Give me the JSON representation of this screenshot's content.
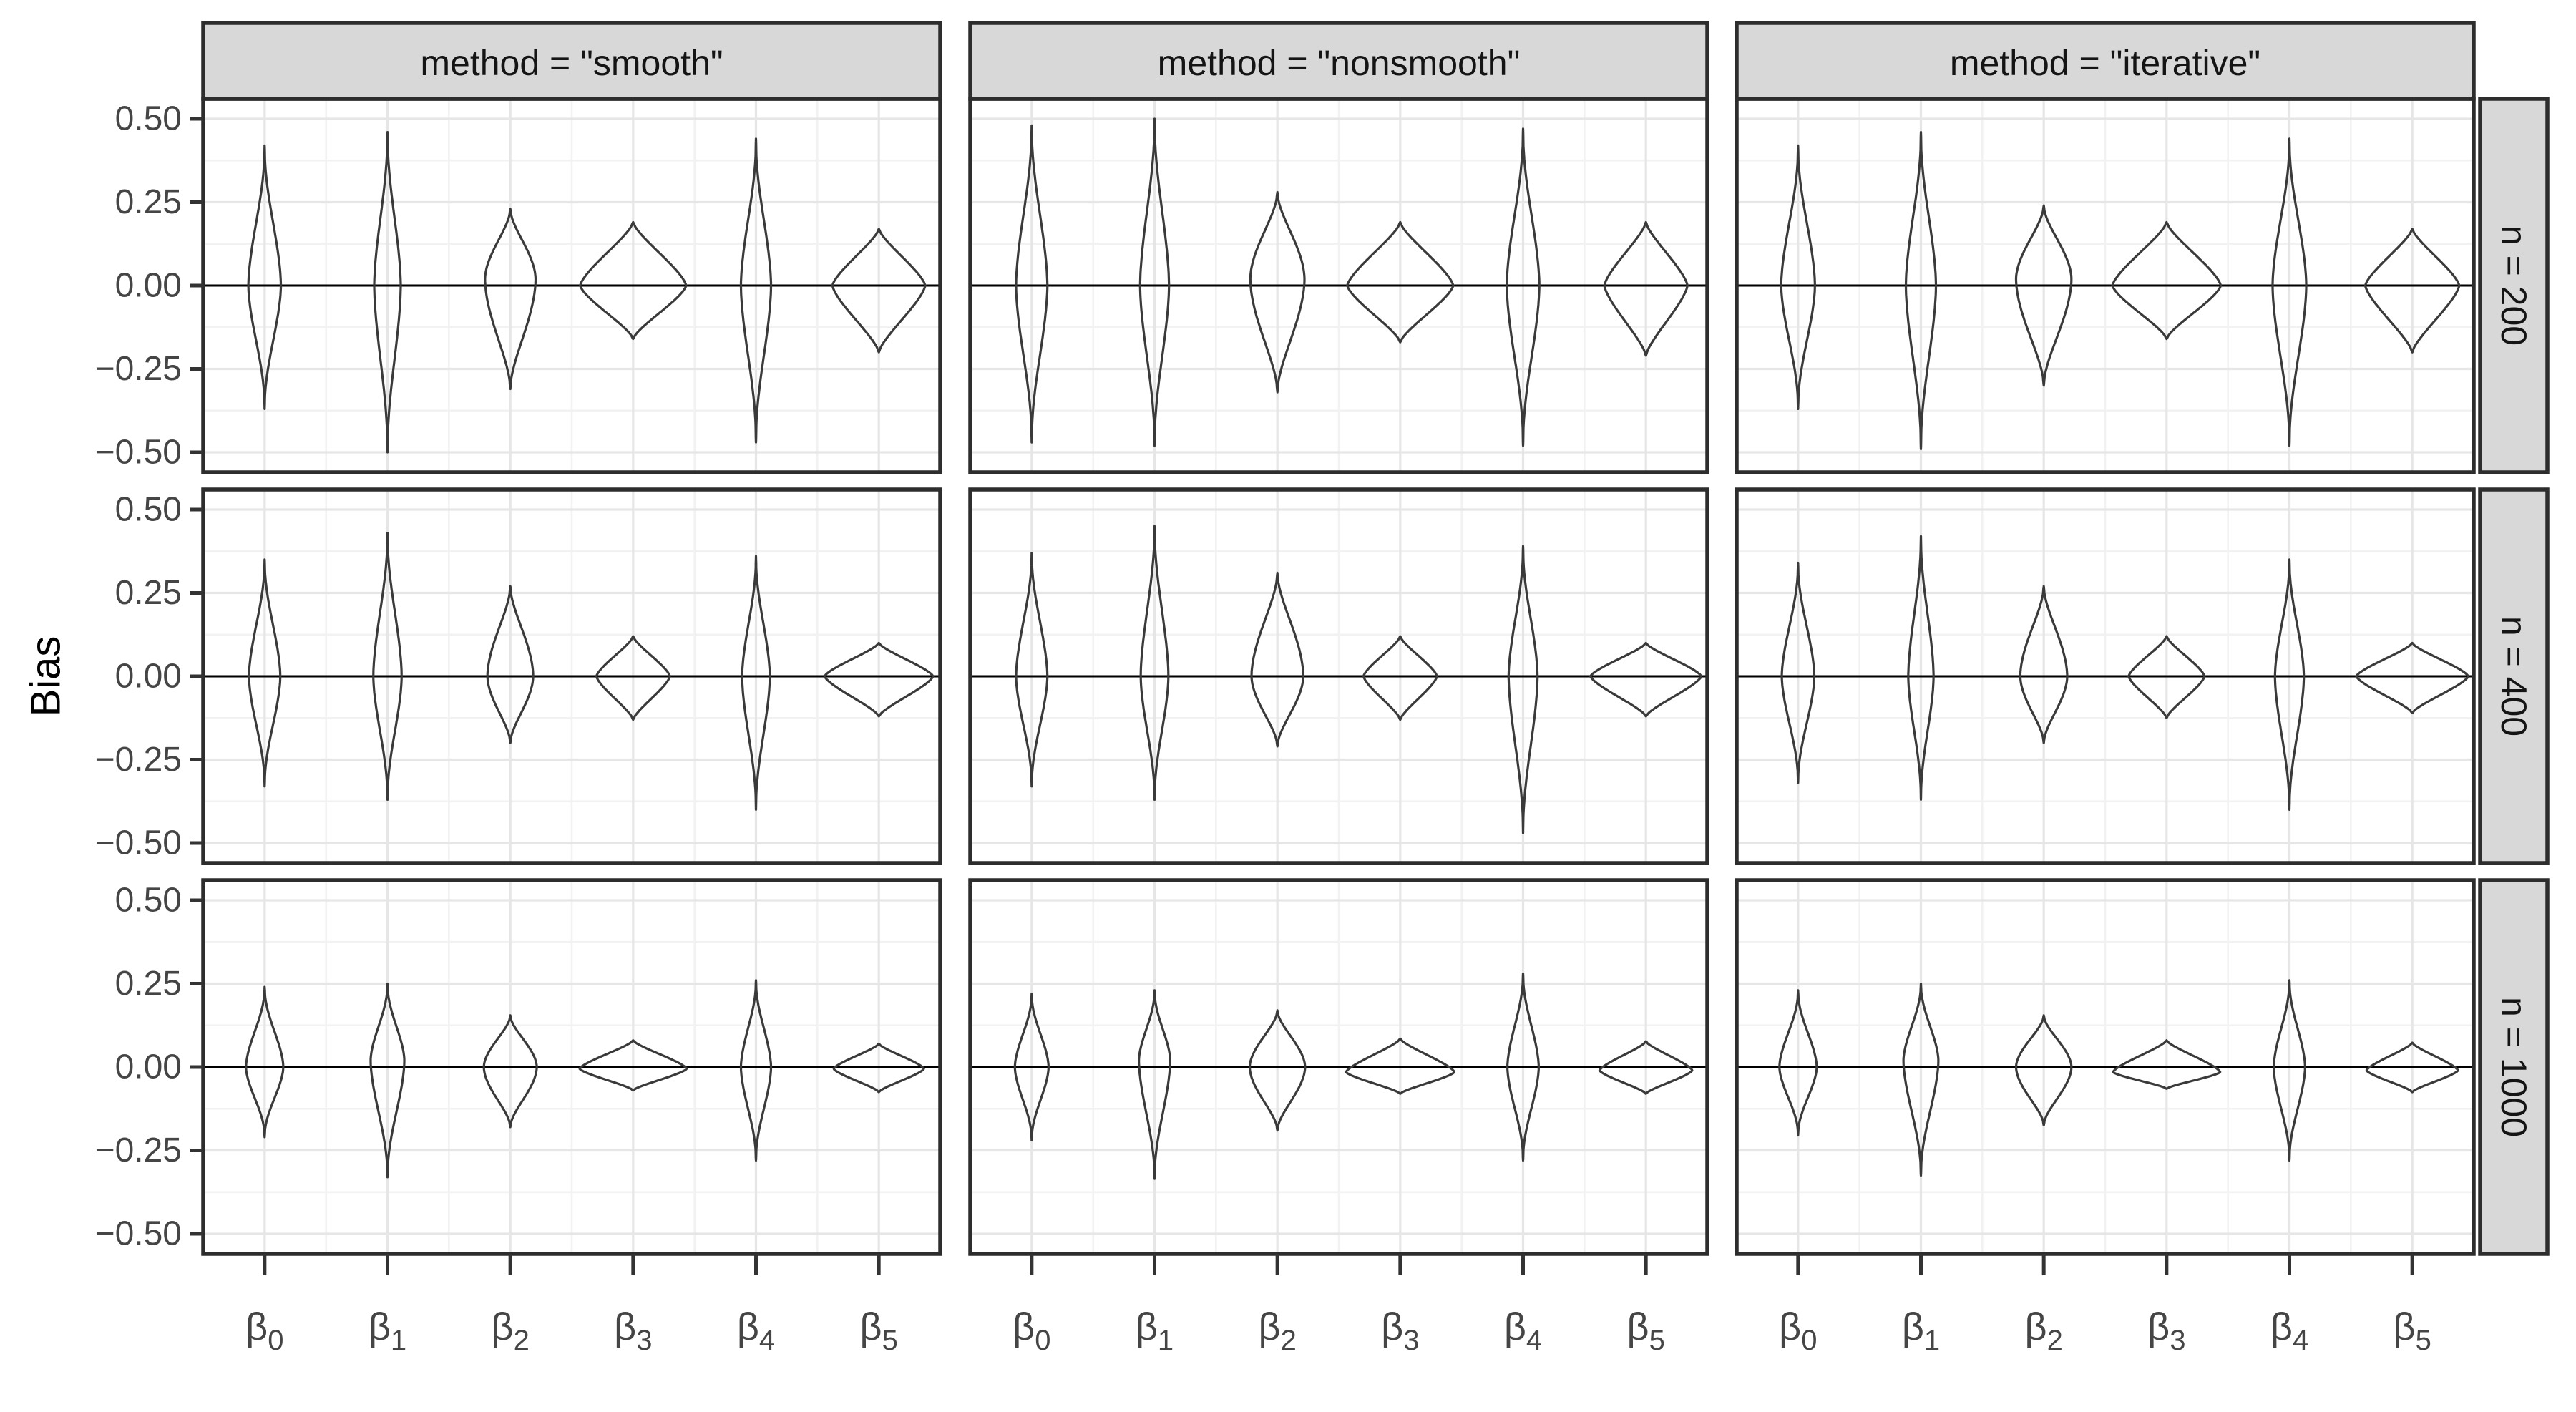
{
  "figure": {
    "y_axis_title": "Bias",
    "col_strips": [
      "method = \"smooth\"",
      "method = \"nonsmooth\"",
      "method = \"iterative\""
    ],
    "row_strips": [
      "n = 200",
      "n = 400",
      "n = 1000"
    ],
    "x_categories": [
      {
        "base": "β",
        "sub": "0"
      },
      {
        "base": "β",
        "sub": "1"
      },
      {
        "base": "β",
        "sub": "2"
      },
      {
        "base": "β",
        "sub": "3"
      },
      {
        "base": "β",
        "sub": "4"
      },
      {
        "base": "β",
        "sub": "5"
      }
    ],
    "y_ticks": [
      {
        "label": "0.50",
        "value": 0.5
      },
      {
        "label": "0.25",
        "value": 0.25
      },
      {
        "label": "0.00",
        "value": 0
      },
      {
        "label": "−0.25",
        "value": -0.25
      },
      {
        "label": "−0.50",
        "value": -0.5
      }
    ],
    "colors": {
      "background": "#ffffff",
      "panel_border": "#2d2d2d",
      "strip_bg": "#d8d8d8",
      "strip_border": "#2d2d2d",
      "strip_text": "#141414",
      "grid_major": "#e6e6e6",
      "grid_minor": "#f2f2f2",
      "axis_text": "#454545",
      "tick_mark": "#333333",
      "zero_line": "#000000",
      "violin_stroke": "#3a3a3a"
    }
  },
  "chart_data": {
    "type": "violin",
    "title": "",
    "xlabel": "",
    "ylabel": "Bias",
    "ylim": [
      -0.56,
      0.56
    ],
    "y_major_ticks": [
      0.5,
      0.25,
      0,
      -0.25,
      -0.5
    ],
    "y_minor_ticks": [
      0.375,
      0.125,
      -0.125,
      -0.375
    ],
    "hline": 0,
    "grid": true,
    "facet_cols": [
      "smooth",
      "nonsmooth",
      "iterative"
    ],
    "facet_rows": [
      200,
      400,
      1000
    ],
    "x_categories": [
      "beta0",
      "beta1",
      "beta2",
      "beta3",
      "beta4",
      "beta5"
    ],
    "panels": [
      {
        "method": "smooth",
        "n": 200,
        "violins": [
          {
            "beta": "beta0",
            "ymin": -0.37,
            "ymax": 0.42,
            "maxw": 0.27,
            "shape": "spindle",
            "mode": 0
          },
          {
            "beta": "beta1",
            "ymin": -0.5,
            "ymax": 0.46,
            "maxw": 0.22,
            "shape": "spindle",
            "mode": 0
          },
          {
            "beta": "beta2",
            "ymin": -0.31,
            "ymax": 0.23,
            "maxw": 0.42,
            "shape": "medium",
            "mode": 0.02
          },
          {
            "beta": "beta3",
            "ymin": -0.16,
            "ymax": 0.19,
            "maxw": 0.88,
            "shape": "fat",
            "mode": 0
          },
          {
            "beta": "beta4",
            "ymin": -0.47,
            "ymax": 0.44,
            "maxw": 0.25,
            "shape": "spindle",
            "mode": 0
          },
          {
            "beta": "beta5",
            "ymin": -0.2,
            "ymax": 0.17,
            "maxw": 0.77,
            "shape": "fat",
            "mode": 0
          }
        ]
      },
      {
        "method": "nonsmooth",
        "n": 200,
        "violins": [
          {
            "beta": "beta0",
            "ymin": -0.47,
            "ymax": 0.48,
            "maxw": 0.26,
            "shape": "spindle",
            "mode": 0
          },
          {
            "beta": "beta1",
            "ymin": -0.48,
            "ymax": 0.5,
            "maxw": 0.24,
            "shape": "spindle",
            "mode": 0
          },
          {
            "beta": "beta2",
            "ymin": -0.32,
            "ymax": 0.28,
            "maxw": 0.45,
            "shape": "medium",
            "mode": 0.02
          },
          {
            "beta": "beta3",
            "ymin": -0.17,
            "ymax": 0.19,
            "maxw": 0.88,
            "shape": "fat",
            "mode": 0
          },
          {
            "beta": "beta4",
            "ymin": -0.48,
            "ymax": 0.47,
            "maxw": 0.27,
            "shape": "spindle",
            "mode": 0
          },
          {
            "beta": "beta5",
            "ymin": -0.21,
            "ymax": 0.19,
            "maxw": 0.69,
            "shape": "fat",
            "mode": 0
          }
        ]
      },
      {
        "method": "iterative",
        "n": 200,
        "violins": [
          {
            "beta": "beta0",
            "ymin": -0.37,
            "ymax": 0.42,
            "maxw": 0.28,
            "shape": "spindle",
            "mode": 0
          },
          {
            "beta": "beta1",
            "ymin": -0.49,
            "ymax": 0.46,
            "maxw": 0.25,
            "shape": "spindle",
            "mode": 0
          },
          {
            "beta": "beta2",
            "ymin": -0.3,
            "ymax": 0.24,
            "maxw": 0.46,
            "shape": "medium",
            "mode": 0.02
          },
          {
            "beta": "beta3",
            "ymin": -0.16,
            "ymax": 0.19,
            "maxw": 0.9,
            "shape": "fat",
            "mode": 0
          },
          {
            "beta": "beta4",
            "ymin": -0.48,
            "ymax": 0.44,
            "maxw": 0.28,
            "shape": "spindle",
            "mode": 0
          },
          {
            "beta": "beta5",
            "ymin": -0.2,
            "ymax": 0.17,
            "maxw": 0.78,
            "shape": "fat",
            "mode": 0
          }
        ]
      },
      {
        "method": "smooth",
        "n": 400,
        "violins": [
          {
            "beta": "beta0",
            "ymin": -0.33,
            "ymax": 0.35,
            "maxw": 0.26,
            "shape": "spindle",
            "mode": 0
          },
          {
            "beta": "beta1",
            "ymin": -0.37,
            "ymax": 0.43,
            "maxw": 0.235,
            "shape": "spindle",
            "mode": 0
          },
          {
            "beta": "beta2",
            "ymin": -0.2,
            "ymax": 0.27,
            "maxw": 0.38,
            "shape": "medium",
            "mode": 0
          },
          {
            "beta": "beta3",
            "ymin": -0.13,
            "ymax": 0.12,
            "maxw": 0.61,
            "shape": "fat",
            "mode": 0
          },
          {
            "beta": "beta4",
            "ymin": -0.4,
            "ymax": 0.36,
            "maxw": 0.23,
            "shape": "spindle",
            "mode": 0
          },
          {
            "beta": "beta5",
            "ymin": -0.12,
            "ymax": 0.1,
            "maxw": 0.9,
            "shape": "fat",
            "mode": 0
          }
        ]
      },
      {
        "method": "nonsmooth",
        "n": 400,
        "violins": [
          {
            "beta": "beta0",
            "ymin": -0.33,
            "ymax": 0.37,
            "maxw": 0.26,
            "shape": "spindle",
            "mode": 0
          },
          {
            "beta": "beta1",
            "ymin": -0.37,
            "ymax": 0.45,
            "maxw": 0.23,
            "shape": "spindle",
            "mode": 0
          },
          {
            "beta": "beta2",
            "ymin": -0.21,
            "ymax": 0.31,
            "maxw": 0.43,
            "shape": "medium",
            "mode": 0
          },
          {
            "beta": "beta3",
            "ymin": -0.13,
            "ymax": 0.12,
            "maxw": 0.61,
            "shape": "fat",
            "mode": 0
          },
          {
            "beta": "beta4",
            "ymin": -0.47,
            "ymax": 0.39,
            "maxw": 0.24,
            "shape": "spindle",
            "mode": 0
          },
          {
            "beta": "beta5",
            "ymin": -0.12,
            "ymax": 0.1,
            "maxw": 0.92,
            "shape": "fat",
            "mode": 0
          }
        ]
      },
      {
        "method": "iterative",
        "n": 400,
        "violins": [
          {
            "beta": "beta0",
            "ymin": -0.32,
            "ymax": 0.34,
            "maxw": 0.27,
            "shape": "spindle",
            "mode": 0
          },
          {
            "beta": "beta1",
            "ymin": -0.37,
            "ymax": 0.42,
            "maxw": 0.21,
            "shape": "spindle",
            "mode": 0
          },
          {
            "beta": "beta2",
            "ymin": -0.2,
            "ymax": 0.27,
            "maxw": 0.39,
            "shape": "medium",
            "mode": 0
          },
          {
            "beta": "beta3",
            "ymin": -0.125,
            "ymax": 0.12,
            "maxw": 0.63,
            "shape": "fat",
            "mode": 0
          },
          {
            "beta": "beta4",
            "ymin": -0.4,
            "ymax": 0.35,
            "maxw": 0.24,
            "shape": "spindle",
            "mode": 0
          },
          {
            "beta": "beta5",
            "ymin": -0.11,
            "ymax": 0.1,
            "maxw": 0.93,
            "shape": "fat",
            "mode": 0
          }
        ]
      },
      {
        "method": "smooth",
        "n": 1000,
        "violins": [
          {
            "beta": "beta0",
            "ymin": -0.21,
            "ymax": 0.24,
            "maxw": 0.31,
            "shape": "spindle",
            "mode": 0
          },
          {
            "beta": "beta1",
            "ymin": -0.33,
            "ymax": 0.25,
            "maxw": 0.28,
            "shape": "spindle",
            "mode": 0.02
          },
          {
            "beta": "beta2",
            "ymin": -0.18,
            "ymax": 0.155,
            "maxw": 0.44,
            "shape": "medium",
            "mode": 0
          },
          {
            "beta": "beta3",
            "ymin": -0.07,
            "ymax": 0.08,
            "maxw": 0.89,
            "shape": "fat",
            "mode": -0.005
          },
          {
            "beta": "beta4",
            "ymin": -0.28,
            "ymax": 0.26,
            "maxw": 0.25,
            "shape": "spindle",
            "mode": 0
          },
          {
            "beta": "beta5",
            "ymin": -0.075,
            "ymax": 0.07,
            "maxw": 0.75,
            "shape": "fat",
            "mode": -0.005
          }
        ]
      },
      {
        "method": "nonsmooth",
        "n": 1000,
        "violins": [
          {
            "beta": "beta0",
            "ymin": -0.22,
            "ymax": 0.22,
            "maxw": 0.28,
            "shape": "spindle",
            "mode": 0
          },
          {
            "beta": "beta1",
            "ymin": -0.335,
            "ymax": 0.23,
            "maxw": 0.26,
            "shape": "spindle",
            "mode": 0.02
          },
          {
            "beta": "beta2",
            "ymin": -0.19,
            "ymax": 0.17,
            "maxw": 0.46,
            "shape": "medium",
            "mode": 0
          },
          {
            "beta": "beta3",
            "ymin": -0.08,
            "ymax": 0.085,
            "maxw": 0.9,
            "shape": "fat",
            "mode": -0.015
          },
          {
            "beta": "beta4",
            "ymin": -0.28,
            "ymax": 0.28,
            "maxw": 0.26,
            "shape": "spindle",
            "mode": 0
          },
          {
            "beta": "beta5",
            "ymin": -0.08,
            "ymax": 0.077,
            "maxw": 0.77,
            "shape": "fat",
            "mode": -0.01
          }
        ]
      },
      {
        "method": "iterative",
        "n": 1000,
        "violins": [
          {
            "beta": "beta0",
            "ymin": -0.205,
            "ymax": 0.23,
            "maxw": 0.31,
            "shape": "spindle",
            "mode": 0
          },
          {
            "beta": "beta1",
            "ymin": -0.325,
            "ymax": 0.25,
            "maxw": 0.29,
            "shape": "spindle",
            "mode": 0.02
          },
          {
            "beta": "beta2",
            "ymin": -0.175,
            "ymax": 0.155,
            "maxw": 0.46,
            "shape": "medium",
            "mode": 0
          },
          {
            "beta": "beta3",
            "ymin": -0.065,
            "ymax": 0.08,
            "maxw": 0.89,
            "shape": "fat",
            "mode": -0.015
          },
          {
            "beta": "beta4",
            "ymin": -0.28,
            "ymax": 0.26,
            "maxw": 0.26,
            "shape": "spindle",
            "mode": 0
          },
          {
            "beta": "beta5",
            "ymin": -0.075,
            "ymax": 0.073,
            "maxw": 0.76,
            "shape": "fat",
            "mode": -0.01
          }
        ]
      }
    ]
  }
}
